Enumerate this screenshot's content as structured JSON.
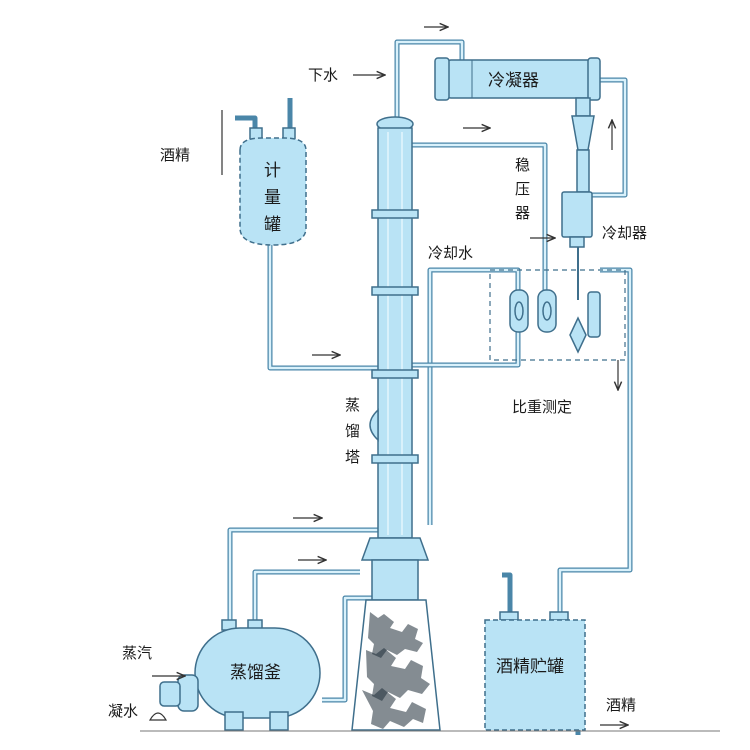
{
  "labels": {
    "cooling_water_in": "下水",
    "condenser": "冷凝器",
    "alcohol_in": "酒精",
    "metering_tank": [
      "计",
      "量",
      "罐"
    ],
    "pressure_stabilizer": [
      "稳",
      "压",
      "器"
    ],
    "cooler": "冷却器",
    "cooling_water": "冷却水",
    "specific_gravity": "比重测定",
    "distillation_tower": [
      "蒸",
      "馏",
      "塔"
    ],
    "steam": "蒸汽",
    "condensate": "凝水",
    "still": "蒸馏釜",
    "alcohol_tank": "酒精贮罐",
    "alcohol_out": "酒精"
  },
  "colors": {
    "vessel_fill": "#b9e3f5",
    "pipe": "#4a86a8",
    "outline": "#3f6f8c"
  }
}
